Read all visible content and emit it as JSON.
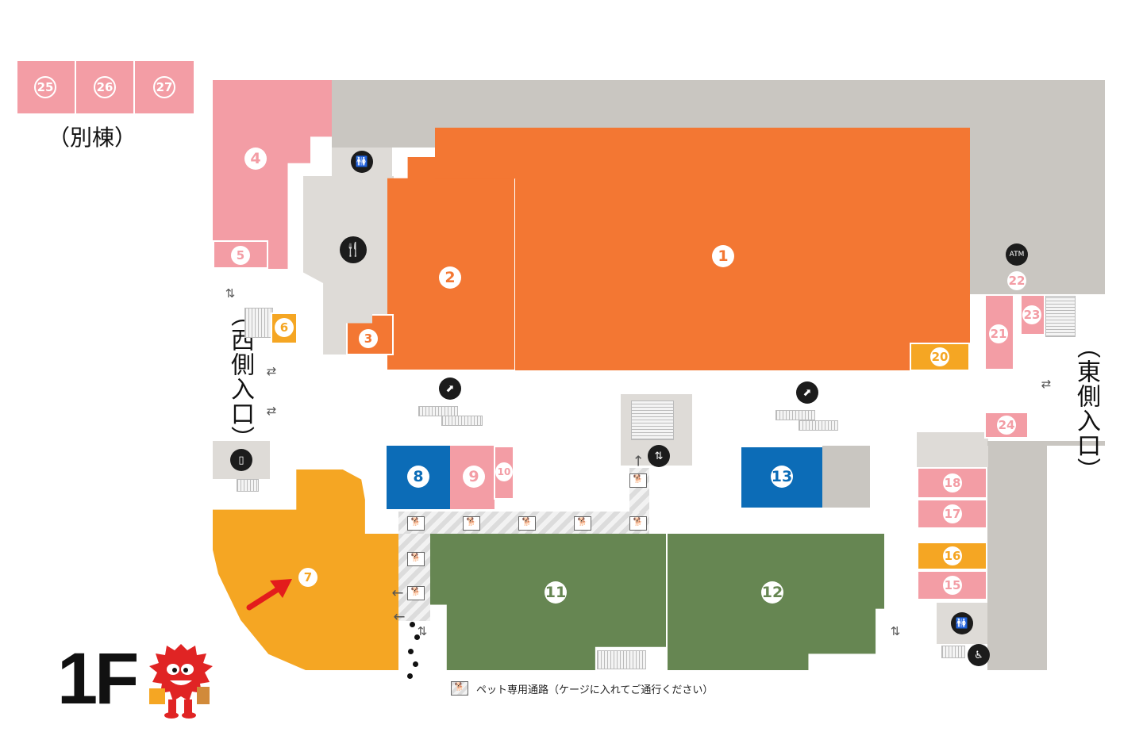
{
  "floor": {
    "label": "1F"
  },
  "annex": {
    "label": "（別棟）",
    "stores": [
      "25",
      "26",
      "27"
    ]
  },
  "entrances": {
    "west": "（西側入口）",
    "east": "（東側入口）"
  },
  "legend": {
    "pet_path": "ペット専用通路（ケージに入れてご通行ください）"
  },
  "stores": {
    "s1": "1",
    "s2": "2",
    "s3": "3",
    "s4": "4",
    "s5": "5",
    "s6": "6",
    "s7": "7",
    "s8": "8",
    "s9": "9",
    "s10": "10",
    "s11": "11",
    "s12": "12",
    "s13": "13",
    "s15": "15",
    "s16": "16",
    "s17": "17",
    "s18": "18",
    "s20": "20",
    "s21": "21",
    "s22": "22",
    "s23": "23",
    "s24": "24"
  },
  "icons": {
    "restroom": "restroom-icon",
    "restaurant": "restaurant-icon",
    "escalator": "escalator-icon",
    "elevator": "elevator-icon",
    "atm": "atm-icon",
    "accessible": "accessible-restroom-icon",
    "locker": "locker-icon",
    "location_arrow": "location-arrow-icon",
    "mascot": "mascot-character"
  },
  "atm_label": "ATM",
  "colors": {
    "pink": "#f39da5",
    "orange": "#f37733",
    "yellow": "#f5a623",
    "blue": "#0c6cb7",
    "green": "#668652",
    "gray": "#c9c6c1",
    "arrow": "#e31c1c"
  },
  "highlight": {
    "store": "7"
  }
}
